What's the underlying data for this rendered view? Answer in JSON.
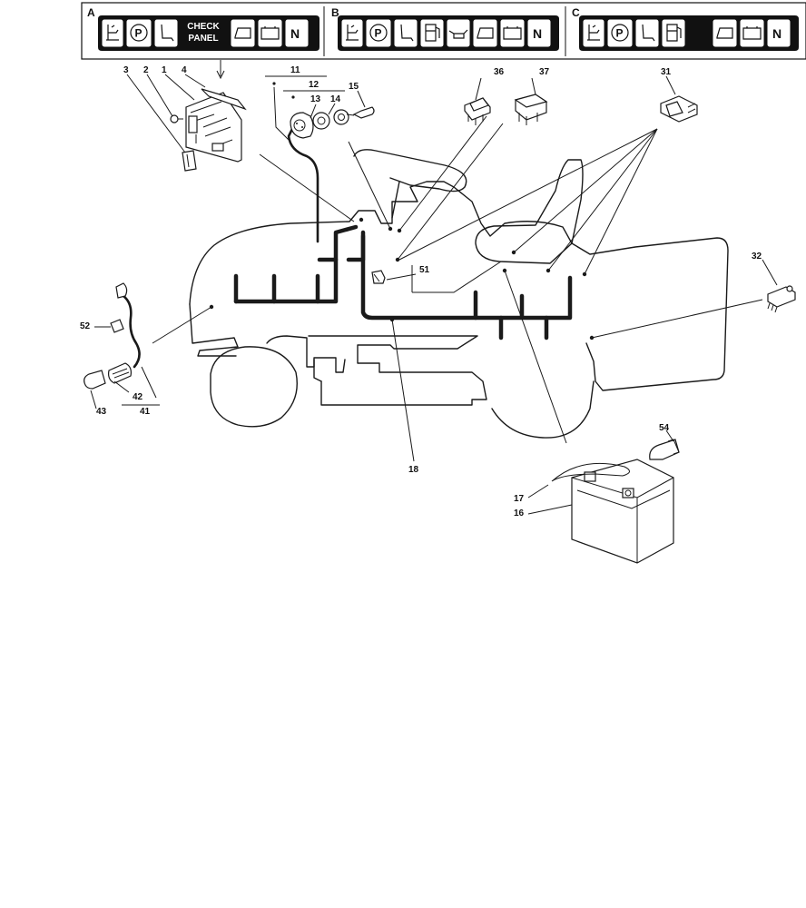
{
  "panels": {
    "a": {
      "letter": "A",
      "check_text_1": "CHECK",
      "check_text_2": "PANEL"
    },
    "b": {
      "letter": "B"
    },
    "c": {
      "letter": "C"
    },
    "neutral": "N",
    "icons": [
      "seat-heat-icon",
      "parking-brake-icon",
      "seat-icon",
      "fuel-icon",
      "oil-can-icon",
      "grass-bag-icon",
      "battery-icon",
      "neutral-icon"
    ]
  },
  "labels": {
    "l1": "1",
    "l2": "2",
    "l3": "3",
    "l4": "4",
    "l11": "11",
    "l12": "12",
    "l13": "13",
    "l14": "14",
    "l15": "15",
    "l16": "16",
    "l17": "17",
    "l18": "18",
    "l31": "31",
    "l32": "32",
    "l36": "36",
    "l37": "37",
    "l41": "41",
    "l42": "42",
    "l43": "43",
    "l51": "51",
    "l52": "52",
    "l54": "54"
  }
}
